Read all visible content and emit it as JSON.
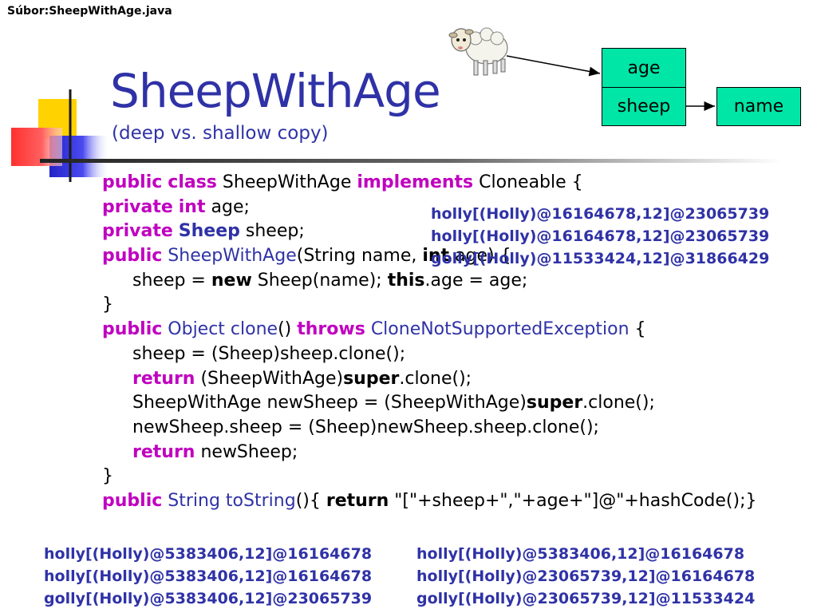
{
  "file_label": "Súbor:SheepWithAge.java",
  "title": "SheepWithAge",
  "subtitle": "(deep vs. shallow copy)",
  "diagram": {
    "boxes": [
      "age",
      "sheep",
      "name"
    ]
  },
  "code": {
    "l1": {
      "kw1": "public",
      "kw2": "class",
      "t1": "SheepWithAge",
      "kw3": "implements",
      "t2": "Cloneable {"
    },
    "l2": {
      "kw1": "private",
      "kw2": "int",
      "t1": "age;"
    },
    "l3": {
      "kw1": "private",
      "kw2": "Sheep",
      "t1": "sheep;"
    },
    "l4": {
      "kw1": "public",
      "m1": "SheepWithAge",
      "t1": "(String name, ",
      "b1": "int",
      "t2": " age) {"
    },
    "l5": {
      "t1": "sheep = ",
      "b1": "new",
      "t2": " Sheep(name); ",
      "b2": "this",
      "t3": ".age = age;"
    },
    "l6": {
      "t1": "}"
    },
    "l7": {
      "kw1": "public",
      "m1": "Object clone",
      "t1": "() ",
      "kw2": "throws",
      "m2": "CloneNotSupportedException",
      "t2": " {"
    },
    "l8": {
      "t1": "sheep = (Sheep)sheep.clone();"
    },
    "l9": {
      "kw1": "return",
      "t1": " (SheepWithAge)",
      "b1": "super",
      "t2": ".clone();"
    },
    "l10": {
      "t1": "SheepWithAge newSheep = (SheepWithAge)",
      "b1": "super",
      "t2": ".clone();"
    },
    "l11": {
      "t1": "newSheep.sheep = (Sheep)newSheep.sheep.clone();"
    },
    "l12": {
      "kw1": "return",
      "t1": " newSheep;"
    },
    "l13": {
      "t1": "}"
    },
    "l14": {
      "kw1": "public",
      "m1": "String toString",
      "t1": "(){ ",
      "b1": "return",
      "t2": " \"[\"+sheep+\",\"+age+\"]@\"+hashCode();}"
    }
  },
  "outputs": {
    "top_right": [
      "holly[(Holly)@16164678,12]@23065739",
      "holly[(Holly)@16164678,12]@23065739",
      "golly[(Holly)@11533424,12]@31866429"
    ],
    "bottom_left": [
      "holly[(Holly)@5383406,12]@16164678",
      "holly[(Holly)@5383406,12]@16164678",
      "golly[(Holly)@5383406,12]@23065739"
    ],
    "bottom_right": [
      "holly[(Holly)@5383406,12]@16164678",
      "holly[(Holly)@23065739,12]@16164678",
      "golly[(Holly)@23065739,12]@11533424"
    ]
  },
  "colors": {
    "title": "#2f32a6",
    "keyword": "#c000c0",
    "box": "#00e6a6"
  },
  "icons": [
    "sheep-image",
    "arrow-icon"
  ]
}
